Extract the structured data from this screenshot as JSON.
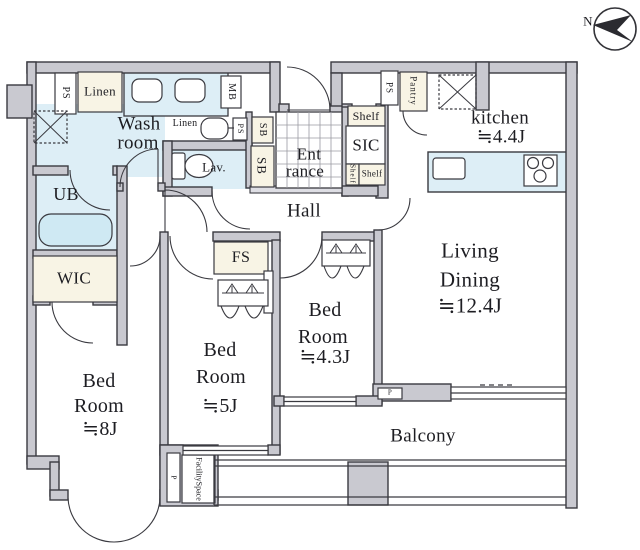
{
  "fp": {
    "compass": {
      "north_label": "N"
    },
    "rooms": {
      "washroom": {
        "line1": "Wash",
        "line2": "room"
      },
      "kitchen": {
        "line1": "kitchen",
        "line2": "≒4.4J"
      },
      "living_dining": {
        "line1": "Living",
        "line2": "Dining",
        "line3": "≒12.4J"
      },
      "hall": {
        "label": "Hall"
      },
      "entrance": {
        "line1": "Ent",
        "line2": "rance"
      },
      "bedroom_4_3": {
        "line1": "Bed",
        "line2": "Room",
        "line3": "≒4.3J"
      },
      "bedroom_5": {
        "line1": "Bed",
        "line2": "Room",
        "line3": "≒5J"
      },
      "bedroom_8": {
        "line1": "Bed",
        "line2": "Room",
        "line3": "≒8J"
      },
      "balcony": {
        "label": "Balcony"
      },
      "lavatory": {
        "label": "Lav."
      },
      "unit_bath": {
        "label": "UB"
      },
      "walk_in_closet": {
        "label": "WIC"
      },
      "shoe_in_closet": {
        "label": "SIC"
      },
      "fire_space": {
        "label": "FS"
      }
    },
    "storage": {
      "linen_upper": {
        "label": "Linen"
      },
      "linen_small": {
        "label": "Linen"
      },
      "shelf_upper": {
        "label": "Shelf"
      },
      "shelf_side": {
        "label": "Shelf"
      },
      "shelf_lower": {
        "label": "Shelf"
      },
      "pantry": {
        "label": "Pantry"
      },
      "shoe_box_upper": {
        "label": "SB"
      },
      "shoe_box_lower": {
        "label": "SB"
      },
      "facility_space": {
        "line1": "Facility",
        "line2": "Space"
      }
    },
    "service": {
      "pipe_space_left": {
        "label": "PS"
      },
      "pipe_space_mid": {
        "label": "PS"
      },
      "pipe_space_kitchen": {
        "label": "PS"
      },
      "meter_box": {
        "label": "MB"
      },
      "pipe_left": {
        "label": "P"
      },
      "pipe_right": {
        "label": "P"
      }
    },
    "colors": {
      "wall_fill": "#c9c9d0",
      "outline": "#3a3a40",
      "wet_area_fill": "#ddeef6",
      "closet_fill": "#f8f4e5",
      "tub_fill": "#cfe9f3"
    }
  }
}
